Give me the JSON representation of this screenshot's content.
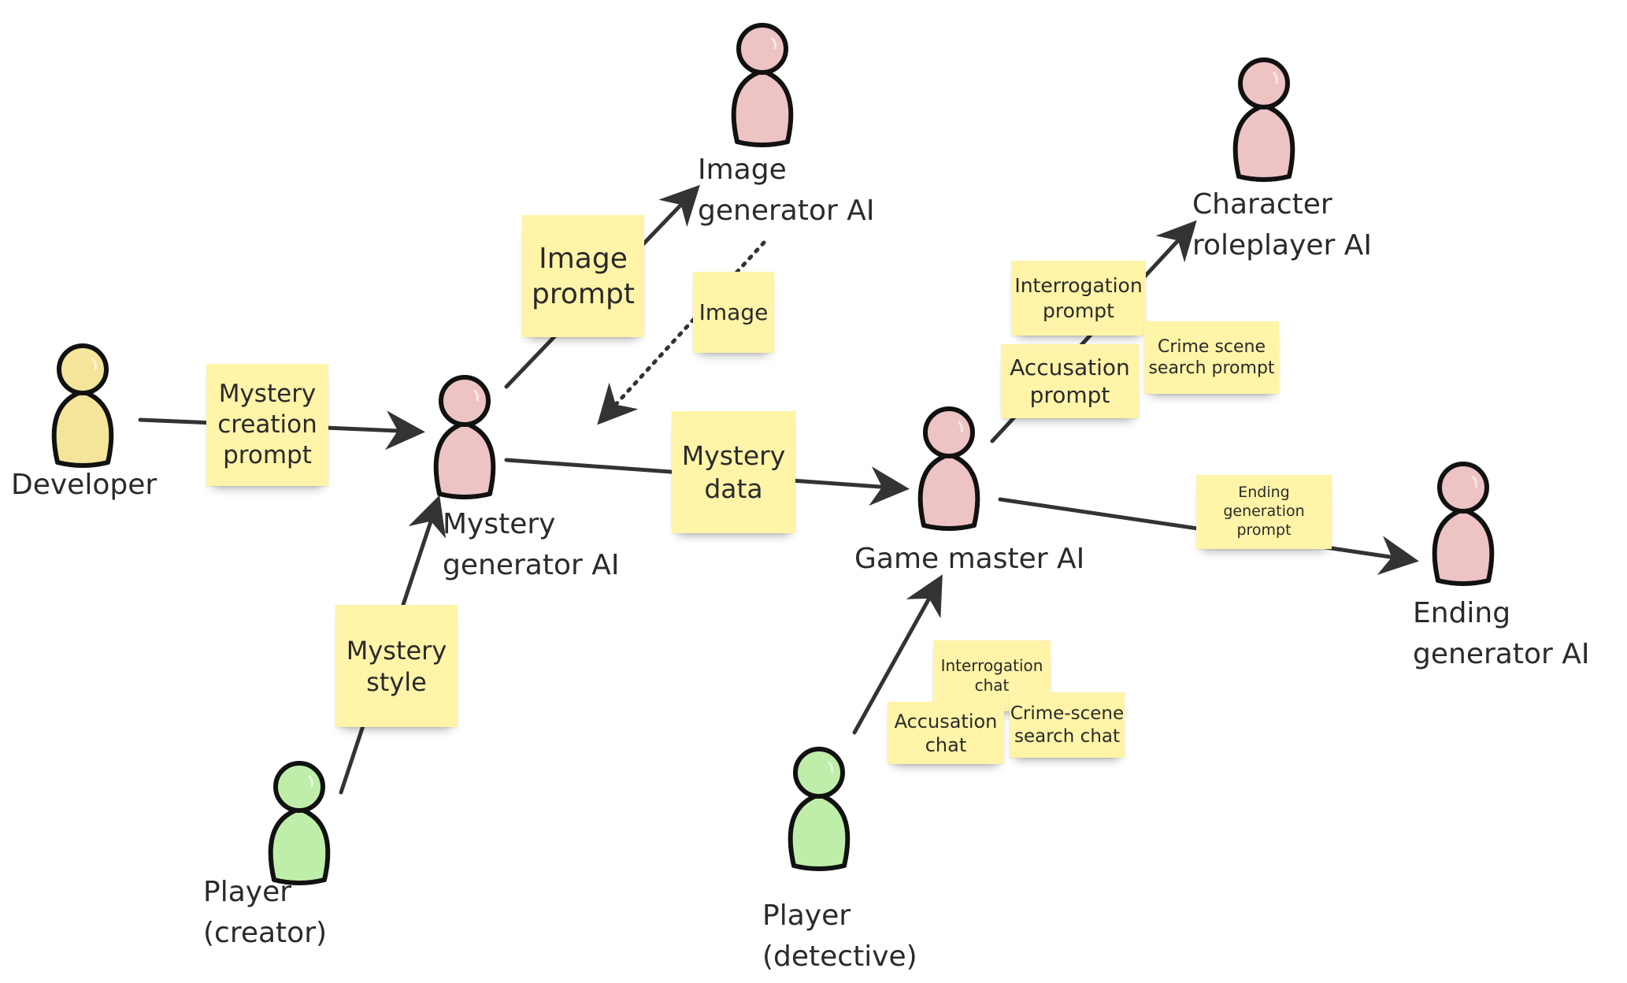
{
  "colors": {
    "person_yellow": "#f4e59a",
    "person_pink": "#eec3c3",
    "person_green": "#bfeeaa",
    "person_outline": "#111111",
    "sticky_note": "#fff4a8",
    "arrow": "#333333"
  },
  "actors": {
    "developer": "Developer",
    "mystery_generator": "Mystery\ngenerator AI",
    "image_generator": "Image\ngenerator AI",
    "game_master": "Game master AI",
    "character_roleplayer": "Character\nroleplayer AI",
    "ending_generator": "Ending\ngenerator AI",
    "player_creator": "Player\n(creator)",
    "player_detective": "Player\n(detective)"
  },
  "notes": {
    "mystery_creation_prompt": "Mystery\ncreation\nprompt",
    "image_prompt": "Image\nprompt",
    "image": "Image",
    "mystery_data": "Mystery\ndata",
    "mystery_style": "Mystery\nstyle",
    "interrogation_prompt": "Interrogation\nprompt",
    "accusation_prompt": "Accusation\nprompt",
    "crime_scene_search_prompt": "Crime scene\nsearch prompt",
    "ending_generation_prompt": "Ending\ngeneration\nprompt",
    "interrogation_chat": "Interrogation\nchat",
    "accusation_chat": "Accusation\nchat",
    "crime_scene_search_chat": "Crime-scene\nsearch chat"
  }
}
